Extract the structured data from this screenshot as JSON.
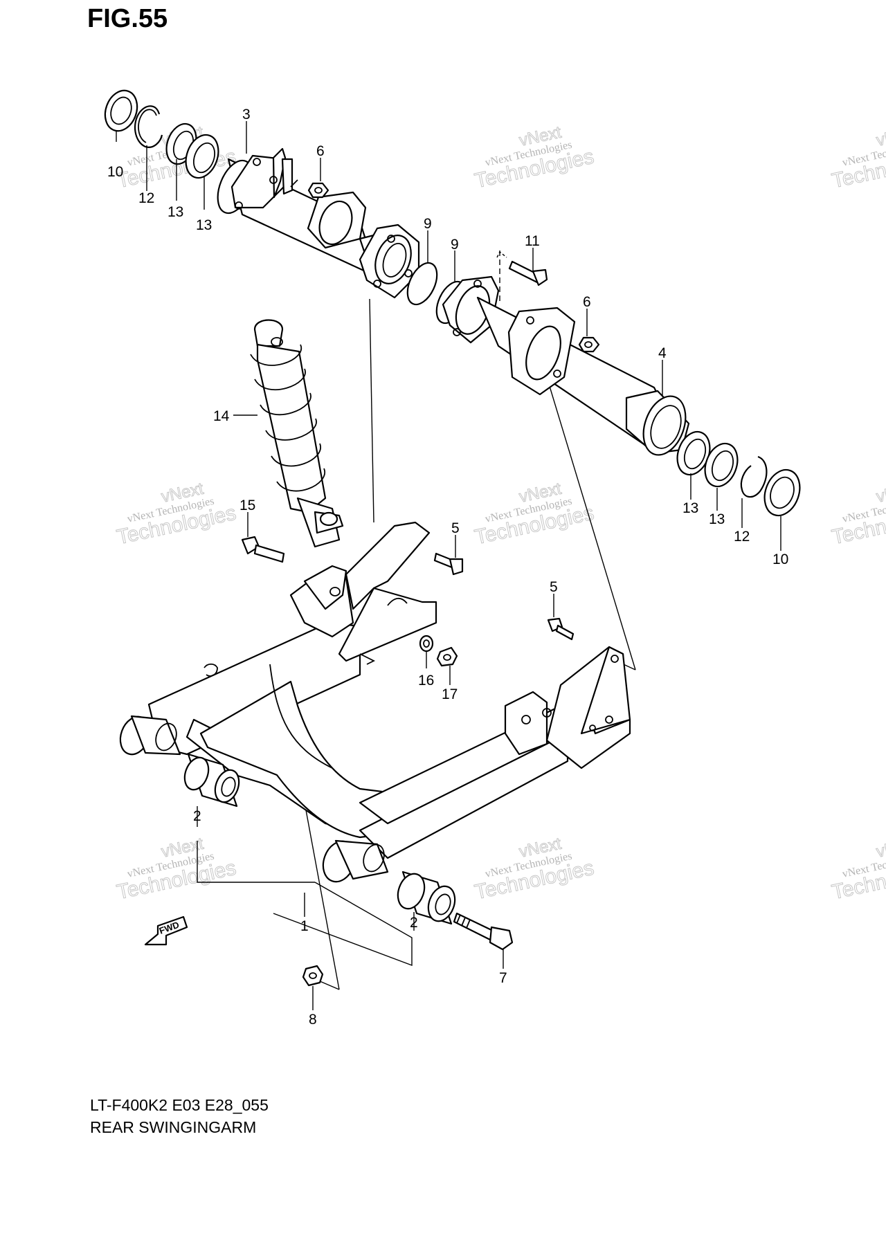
{
  "figure_label": "FIG.55",
  "model_code": "LT-F400K2 E03 E28_055",
  "diagram_name": "REAR SWINGINGARM",
  "fwd_arrow_label": "FWD",
  "watermark": {
    "line1": "vNext Technologies",
    "big_line1": "vNext",
    "big_line2": "Technologies"
  },
  "callouts": [
    {
      "id": "c10a",
      "label": "10"
    },
    {
      "id": "c12a",
      "label": "12"
    },
    {
      "id": "c13a",
      "label": "13"
    },
    {
      "id": "c13b",
      "label": "13"
    },
    {
      "id": "c3",
      "label": "3"
    },
    {
      "id": "c6a",
      "label": "6"
    },
    {
      "id": "c9a",
      "label": "9"
    },
    {
      "id": "c9b",
      "label": "9"
    },
    {
      "id": "c11",
      "label": "11"
    },
    {
      "id": "c6b",
      "label": "6"
    },
    {
      "id": "c4",
      "label": "4"
    },
    {
      "id": "c14",
      "label": "14"
    },
    {
      "id": "c13c",
      "label": "13"
    },
    {
      "id": "c13d",
      "label": "13"
    },
    {
      "id": "c12b",
      "label": "12"
    },
    {
      "id": "c10b",
      "label": "10"
    },
    {
      "id": "c15",
      "label": "15"
    },
    {
      "id": "c5a",
      "label": "5"
    },
    {
      "id": "c5b",
      "label": "5"
    },
    {
      "id": "c16",
      "label": "16"
    },
    {
      "id": "c17",
      "label": "17"
    },
    {
      "id": "c2a",
      "label": "2"
    },
    {
      "id": "c1",
      "label": "1"
    },
    {
      "id": "c2b",
      "label": "2"
    },
    {
      "id": "c7",
      "label": "7"
    },
    {
      "id": "c8",
      "label": "8"
    }
  ]
}
